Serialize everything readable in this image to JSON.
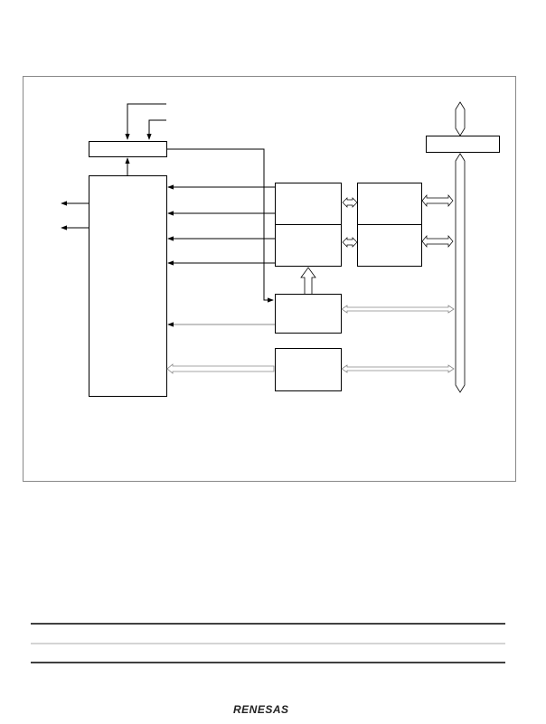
{
  "page": {
    "logo_text": "RENESAS",
    "colors": {
      "line": "#000000",
      "frame": "#888888",
      "rule": "#000000",
      "light_rule": "#aaaaaa"
    }
  },
  "diagram": {
    "kind": "block-diagram",
    "blocks": [
      {
        "id": "top-left-block"
      },
      {
        "id": "large-left-block"
      },
      {
        "id": "mid-block-upper-left"
      },
      {
        "id": "mid-block-lower-left"
      },
      {
        "id": "mid-block-upper-right"
      },
      {
        "id": "mid-block-lower-right"
      },
      {
        "id": "center-block-upper"
      },
      {
        "id": "center-block-lower"
      },
      {
        "id": "top-right-block"
      }
    ],
    "buses": [
      {
        "id": "vertical-internal-bus"
      },
      {
        "id": "top-bus-stub"
      }
    ]
  }
}
